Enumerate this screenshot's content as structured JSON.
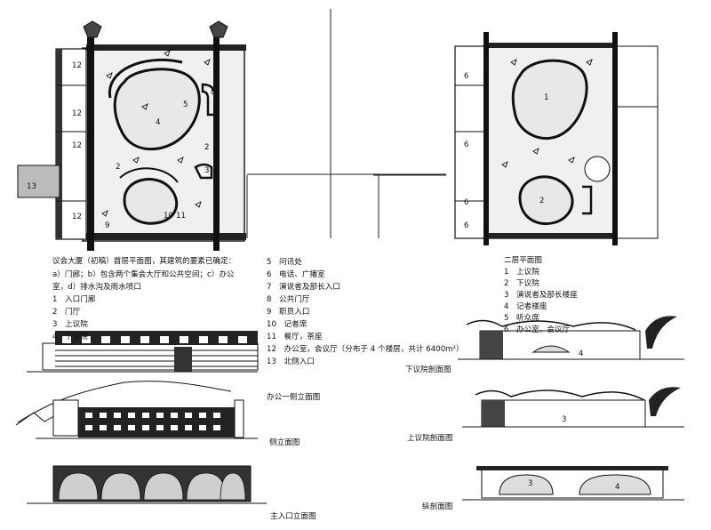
{
  "ground_plan": {
    "caption_line1": "议会大厦（初稿）首层平面图，其建筑的要素已确定：",
    "caption_line2": "a）门廊；b）包含两个集会大厅和公共空间；c）办公",
    "caption_line3": "室，d）排水沟及雨水喷口",
    "legend_left": [
      "1　入口门廊",
      "2　门厅",
      "3　上议院",
      "4　下议院"
    ],
    "legend_right": [
      "5　问讯处",
      "6　电话、广播室",
      "7　演说者及部长入口",
      "8　公共门厅",
      "9　职员入口",
      "10　记者席",
      "11　餐厅，茶座",
      "12　办公室，会议厅（分布于 4 个楼层，共计 6400m²）",
      "13　北侧入口"
    ],
    "plan_labels": [
      "12",
      "12",
      "12",
      "12",
      "4",
      "5",
      "2",
      "2",
      "3",
      "8",
      "9",
      "10",
      "11",
      "13"
    ]
  },
  "upper_plan": {
    "title": "二层平面图",
    "legend": [
      "1　上议院",
      "2　下议院",
      "3　演说者及部长楼座",
      "4　记者楼座",
      "5　听众席",
      "6　办公室，会议厅"
    ],
    "plan_labels": [
      "6",
      "6",
      "6",
      "6",
      "1",
      "2"
    ]
  },
  "elevations": {
    "office_side": "办公一侧立面图",
    "side": "侧立面图",
    "main_entrance": "主入口立面图"
  },
  "sections": {
    "lower_house": "下议院剖面图",
    "upper_house": "上议院剖面图",
    "longitudinal": "纵剖面图",
    "labels": [
      "4",
      "3",
      "3",
      "4"
    ]
  }
}
